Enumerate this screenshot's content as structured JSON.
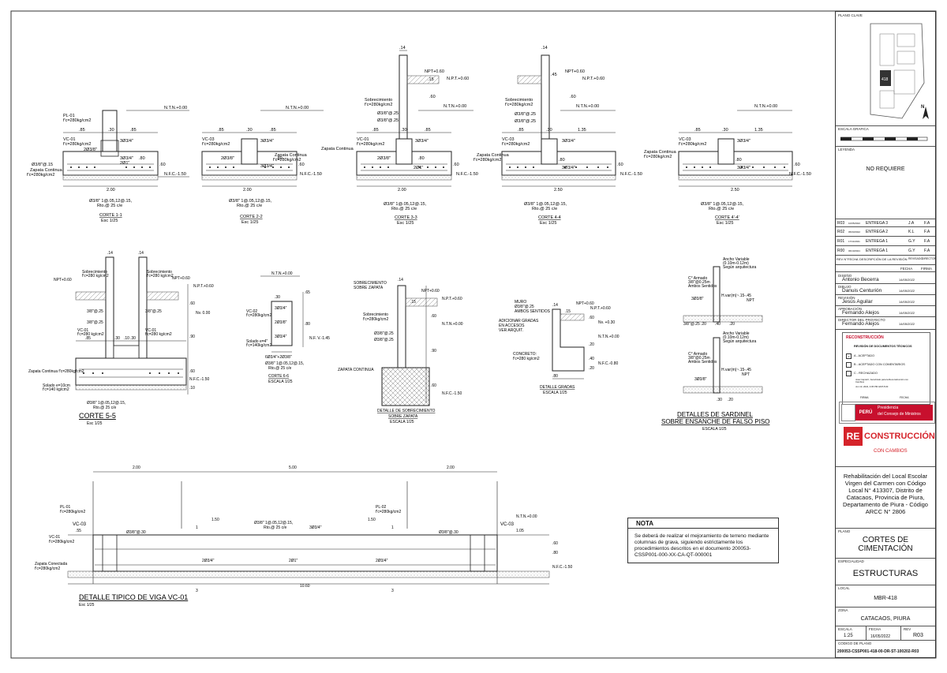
{
  "sections": {
    "c11": {
      "title": "CORTE 1-1",
      "scale": "Esc 1/25",
      "width": "2.00",
      "bars": "Ø3/8\" 1@.05,12@.15,",
      "rto": "Rto.@ 25 c/e",
      "pl": "PL-01",
      "plf": "f'c=280kg/cm2",
      "vc": "VC-01",
      "vcf": "f'c=280kg/cm2",
      "zap": "Zapata Continua",
      "zapf": "f'c=280kg/cm2",
      "ntn": "N.T.N.+0.00",
      "nfc": "N.F.C.-1.50",
      "d85": ".85",
      "d30": ".30",
      "d60": ".60",
      "d80": ".80",
      "b1": "3Ø3/4\"",
      "b2": "2Ø3/8\"",
      "b3": "3Ø3/4\"",
      "b4": "2Ø1\"",
      "b5": "Ø3/8\"@.15"
    },
    "c22": {
      "title": "CORTE 2-2",
      "scale": "Esc 1/25",
      "width": "2.00",
      "bars": "Ø3/8\" 1@.05,12@.15,",
      "rto": "Rto.@ 25 c/e",
      "vc": "VC-03",
      "vcf": "f'c=280kg/cm2",
      "zap": "Zapata Continua",
      "zapf": "f'c=280kg/cm2",
      "ntn": "N.T.N.+0.00",
      "nfc": "N.F.C.-1.50",
      "d85": ".85",
      "d30": ".30",
      "d60": ".60",
      "d80": ".80",
      "b1": "3Ø3/4\"",
      "b2": "2Ø3/8\"",
      "b3": "3Ø3/4\""
    },
    "c33": {
      "title": "CORTE 3-3",
      "scale": "Esc 1/25",
      "width": "2.00",
      "bars": "Ø3/8\" 1@.05,12@.15,",
      "rto": "Rto.@ 25 c/e",
      "vc": "VC-01",
      "vcf": "f'c=280kg/cm2",
      "zap": "Zapata Continua",
      "sob": "Sobrecimiento",
      "sobf": "f'c=280kg/cm2",
      "npt": "NPT+0.60",
      "npt2": "N.P.T.+0.60",
      "ntn": "N.T.N.+0.00",
      "nfc": "N.F.C.-1.50",
      "d14": ".14",
      "d15": ".15",
      "d85": ".85",
      "d30": ".30",
      "d60": ".60",
      "d80": ".80",
      "s1": "Ø3/8\"@.25",
      "s2": "Ø3/8\"@.25",
      "b1": "3Ø3/4\"",
      "b2": "2Ø3/8\"",
      "b4": "2Ø1\""
    },
    "c44": {
      "title": "CORTE 4-4",
      "scale": "Esc 1/25",
      "width": "2.50",
      "bars": "Ø3/8\" 1@.05,12@.15,",
      "rto": "Rto.@ 25 c/e",
      "vc": "VC-03",
      "vcf": "f'c=280kg/cm2",
      "zap": "Zapata Continua",
      "zapf": "f'c=280kg/cm2",
      "sob": "Sobrecimiento",
      "sobf": "f'c=280kg/cm2",
      "npt": "NPT+0.60",
      "npt2": "N.P.T.+0.60",
      "ntn": "N.T.N.+0.00",
      "nfc": "N.F.C.-1.50",
      "d14": ".14",
      "d45": ".45",
      "d85": ".85",
      "d30": ".30",
      "d135": "1.35",
      "d60": ".60",
      "d80": ".80",
      "s1": "Ø3/8\"@.25",
      "s2": "Ø3/8\"@.25",
      "b1": "3Ø3/4\"",
      "b3": "3Ø3/4\""
    },
    "c4b": {
      "title": "CORTE 4'-4'",
      "scale": "Esc 1/25",
      "width": "2.50",
      "bars": "Ø3/8\" 1@.05,12@.15,",
      "rto": "Rto.@ 25 c/e",
      "vc": "VC-03",
      "vcf": "f'c=280kg/cm2",
      "zap": "Zapata Continua",
      "zapf": "f'c=280kg/cm2",
      "ntn": "N.T.N.+0.00",
      "nfc": "N.F.C.-1.50",
      "d85": ".85",
      "d30": ".30",
      "d135": "1.35",
      "d60": ".60",
      "d80": ".80",
      "b1": "3Ø3/4\"",
      "b3": "3Ø3/4\""
    },
    "c55": {
      "title": "CORTE 5-5",
      "scale": "Esc 1/25",
      "width": "2.00",
      "bars": "Ø3/8\" 1@.05,12@.15,",
      "rto": "Rto.@ 25 c/e",
      "vc1": "VC-01",
      "vc1f": "f'c=280 kg/cm2",
      "vc2": "VC-01",
      "vc2f": "f'c=280 kg/cm2",
      "zap": "Zapata Continua f'c=280kg/cm2",
      "sol": "Solado e=10cm",
      "solf": "f'c=140 kg/cm2",
      "sob1": "Sobrecimiento",
      "sob1f": "f'c=280 kg/cm2",
      "sob2": "Sobrecimiento",
      "sob2f": "f'c=280 kg/cm2",
      "npt": "NPT+0.60",
      "npt2": "N.P.T.+0.60",
      "nfc": "N.F.C.-1.50",
      "d14a": ".14",
      "d14b": ".14",
      "d85": ".85",
      "d30a": ".30",
      "d10": ".10",
      "d30b": ".30",
      "d60a": ".60",
      "d90": ".90",
      "d60b": ".60",
      "d10b": ".10",
      "nv": "Nv. 0.00",
      "s1": "3/8\"@.25",
      "s2": "3/8\"@.25",
      "s3": "3/8\"@.25"
    },
    "c66": {
      "title": "CORTE 6-6",
      "scale": "ESCALA 1/25",
      "ntn": "N.T.N.+0.00",
      "nfv": "N.F. V.-1.45",
      "vc": "VC-02",
      "vcf": "f'c=280kg/cm2",
      "sol": "Solado e=4\"",
      "solf": "f'c=140kg/cm2",
      "d30": ".30",
      "d65": ".65",
      "d80": ".80",
      "b1": "3Ø3/4\"",
      "b2": "2Ø3/8\"",
      "b3": "3Ø3/4\"",
      "bars": "6Ø3/4\"+2Ø3/8\"",
      "bars2": "Ø3/8\" 1@.05,12@.15,",
      "rto": "Rto.@ 25 c/e"
    },
    "dsob": {
      "title": "DETALLE DE SOBRECIMIENTO",
      "sub": "SOBRE ZAPATA",
      "scale": "ESCALA 1/25",
      "sob": "SOBRECIMIENTO",
      "sob2": "SOBRE ZAPATA",
      "sob3": "Sobrecimiento",
      "sob3f": "f'c=280kg/cm2",
      "zap": "ZAPATA CONTINUA",
      "npt": "NPT+0.60",
      "npt2": "N.P.T.+0.60",
      "ntn": "N.T.N.+0.00",
      "nfc": "N.F.C.-1.50",
      "d15": ".15",
      "d14": ".14",
      "d60a": ".60",
      "d90": ".90",
      "d60b": ".60",
      "s1": "Ø3/8\"@.25",
      "s2": "Ø3/8\"@.25"
    },
    "dgr": {
      "title": "DETALLE GRADAS",
      "scale": "ESCALA 1/25",
      "muro": "MURO",
      "muro2": "Ø3/8\"@.25",
      "muro3": "AMBOS SENTIDOS",
      "adic": "ADICIONAR GRADAS",
      "adic2": "EN ACCESOS",
      "adic3": "VER ARQUIT.",
      "conc": "CONCRETO:",
      "concf": "f'c=280 kg/cm2",
      "npt": "NPT+0.60",
      "npt2": "N.P.T.+0.60",
      "ntn": "N.T.N.+0.00",
      "nfc": "N.F.C.-0.80",
      "nv": "Nv. +0.30",
      "d14": ".14",
      "d15": ".15",
      "d60": ".60",
      "d20a": ".20",
      "d40": ".40",
      "d20b": ".20",
      "d80": ".80"
    },
    "dsar": {
      "title": "DETALLES DE SARDINEL",
      "title2": "SOBRE ENSANCHE DE FALSO PISO",
      "scale": "ESCALA 1/25",
      "anc1": "Ancho Variable",
      "anc1b": "(0.10m-0.12m)",
      "anc1c": "Según arquitectura",
      "arm1": "C° Armado",
      "arm1b": "3/8\"@0.25m",
      "arm1c": "Ambos Sentidos",
      "hvar1": "H.var(m)~.15-.45",
      "npt1": "NPT",
      "anc2": "Ancho Variable",
      "anc2b": "(0.10m-0.12m)",
      "anc2c": "Según arquitectura",
      "arm2": "C° Armado",
      "arm2b": "3/8\"@0.25m",
      "arm2c": "Ambos Sentidos",
      "hvar2": "H.var(m)~.15-.45",
      "npt2": "NPT",
      "b1": "3Ø3/8\"",
      "b2": "3/8\"@.25",
      "b3": "3Ø3/8\"",
      "d20a": ".20",
      "d40": ".40",
      "d20b": ".20",
      "d30": ".30",
      "d20c": ".20"
    },
    "vc01": {
      "title": "DETALLE TIPICO DE VIGA VC-01",
      "scale": "Esc 1/25",
      "d200a": "2.00",
      "d500": "5.00",
      "d200b": "2.00",
      "d150a": "1.50",
      "d150b": "1.50",
      "total": "10.60",
      "pl1": "PL-01",
      "pl1f": "f'c=280kg/cm2",
      "pl2": "PL-02",
      "pl2f": "f'c=280kg/cm2",
      "vc03a": "VC-03",
      "vc03b": "VC-03",
      "vc01": "VC-01",
      "vc01f": "f'c=280kg/cm2",
      "zap": "Zapata Conectada",
      "zapf": "f'c=280kg/cm2",
      "ntn": "N.T.N.+0.00",
      "nfc": "N.F.C.-1.50",
      "d55": ".55",
      "d105": "1.05",
      "d60": ".60",
      "d80": ".80",
      "bars": "Ø3/8\" 1@.05,12@.15,",
      "rto": "Rto.@ 25 c/e",
      "s1": "Ø3/8\"@.30",
      "s2": "Ø3/8\"@.30",
      "b1": "3Ø3/4\"",
      "b2": "2Ø3/4\"",
      "b3": "2Ø1\"",
      "b4": "2Ø3/4\"",
      "lab1": "1",
      "lab2": "1",
      "lab3": "3",
      "lab4": "3"
    }
  },
  "note": {
    "title": "NOTA",
    "body": "Se deberá de realizar el mejoramiento de terreno mediante columnas de grava, siguiendo estrictamente los procedimientos descritos en el documento 200053-CSSP001-000-XX-CA-QT-000001"
  },
  "titleblock": {
    "plano_clave": "PLANO CLAVE",
    "key_label": "418",
    "north": "N",
    "escala_grafica": "ESCALA GRAFICA",
    "leyenda": "LEYENDA",
    "no_requiere": "NO REQUIERE",
    "revisions": [
      {
        "rev": "R03",
        "date": "10/05/2022",
        "desc": "ENTREGA 3",
        "rev_by": "J.A",
        "dir": "F.A"
      },
      {
        "rev": "R02",
        "date": "05/03/2022",
        "desc": "ENTREGA 2",
        "rev_by": "K.L",
        "dir": "F.A"
      },
      {
        "rev": "R01",
        "date": "17/11/2021",
        "desc": "ENTREGA 1",
        "rev_by": "G.Y",
        "dir": "F.A"
      },
      {
        "rev": "R00",
        "date": "06/10/2021",
        "desc": "ENTREGA 1",
        "rev_by": "G.Y",
        "dir": "F.A"
      }
    ],
    "rev_head": {
      "rev": "REV N°",
      "date": "FECHA",
      "desc": "DESCRIPCIÓN DE LA REVISIÓN",
      "rev_by": "REVISADO",
      "dir": "DIRECTOR"
    },
    "fecha": "FECHA",
    "firma": "FIRMA",
    "people": [
      {
        "role": "DISEÑO",
        "name": "Antonio Becerra",
        "date": "14/05/2022"
      },
      {
        "role": "DIBUJO",
        "name": "Danuis Centurión",
        "date": "14/05/2022"
      },
      {
        "role": "REVISIÓN",
        "name": "Jesús Aguilar",
        "date": "14/05/2022"
      },
      {
        "role": "APROBACIÓN",
        "name": "Fernando Alejos",
        "date": "14/05/2022"
      },
      {
        "role": "DIRECTOR DEL PROYECTO",
        "name": "Fernando Alejos",
        "date": "14/05/2022"
      }
    ],
    "review": {
      "logo": "RECONSTRUCCIÓN",
      "head": "REVISIÓN DE DOCUMENTOS TÉCNICOS",
      "a": "A - ACEPTADO",
      "b": "B - ACEPTADO CON COMENTARIOS",
      "cc": "C - RECHAZADO",
      "sig": "José Caprettl - Autorizado para la Reconstrucción con Cambios",
      "sig2": "Jun 13, 2022, 4:05 PM GMT-5:00",
      "firma": "FIRMA",
      "fecha": "FECHA"
    },
    "peru": "PERÚ",
    "pcm1": "Presidencia",
    "pcm2": "del Consejo de Ministros",
    "rcc_re": "RE",
    "rcc_con": "CONSTRUCCIÓN",
    "rcc_sub": "CON CAMBIOS",
    "project": "Rehabilitación del Local Escolar Virgen del Carmen con Código Local N° 413307, Distrito de Catacaos, Provincia de Piura, Departamento de Piura - Código ARCC N° 2806",
    "plano_lbl": "PLANO",
    "plano": "CORTES DE CIMENTACIÓN",
    "esp_lbl": "ESPECIALIDAD",
    "esp": "ESTRUCTURAS",
    "loc_lbl": "LOCAL",
    "loc": "MBR-418",
    "zona_lbl": "ZONA",
    "zona": "CATACAOS, PIURA",
    "esc_lbl": "ESCALA",
    "esc": "1:25",
    "fecha_lbl": "FECHA",
    "fecha_v": "16/05/2022",
    "rev_lbl": "REV",
    "rev_v": "R03",
    "cod_lbl": "CÓDIGO DE PLANO",
    "cod": "200053-CSSP001-418-00-DR-ST-100202-R03"
  },
  "colors": {
    "line": "#222222",
    "hatch": "#888888",
    "red": "#c8102e",
    "rcc_red": "#d5232a"
  }
}
